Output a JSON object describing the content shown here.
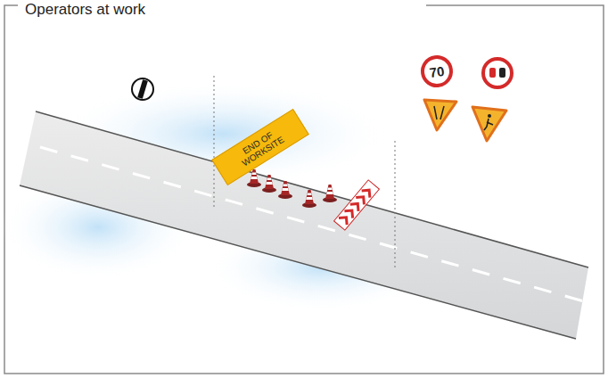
{
  "diagram": {
    "title": "Operators at work",
    "nodes": [
      {
        "text": [
          "END OF WORKSITE"
        ]
      },
      {
        "text": [
          "70"
        ]
      }
    ]
  }
}
